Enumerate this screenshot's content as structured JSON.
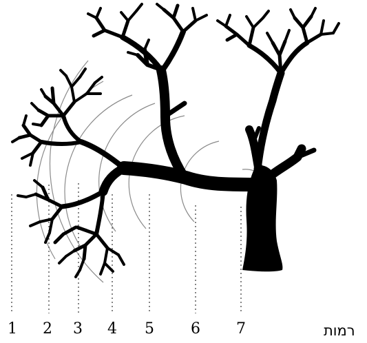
{
  "diagram": {
    "caption": "רמות",
    "level_labels": [
      "1",
      "2",
      "3",
      "4",
      "5",
      "6",
      "7"
    ],
    "colors": {
      "tree": "#000000",
      "arcs": "#8a8a8a",
      "guides": "#333333",
      "background": "#ffffff"
    }
  }
}
